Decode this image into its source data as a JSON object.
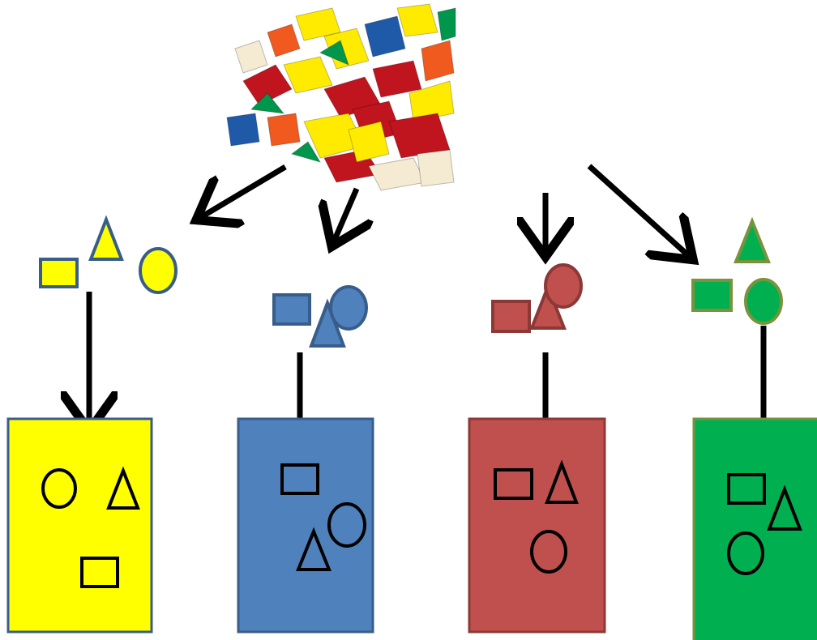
{
  "colors": {
    "yellow": "#ffff00",
    "yellow_border": "#385d8a",
    "blue": "#4f81bd",
    "blue_border": "#385d8a",
    "red": "#c0504d",
    "red_border": "#8c3836",
    "green": "#00b050",
    "green_border": "#77933c",
    "arrow": "#000000",
    "outline": "#000000"
  },
  "source": {
    "description_icon": "pattern-blocks-pile-icon",
    "piece_colors": [
      "#ffeb00",
      "#c0141e",
      "#1e5aa8",
      "#f05a1e",
      "#00964b",
      "#f5ebd2"
    ]
  },
  "groups": [
    {
      "id": "yellow",
      "fill_key": "yellow",
      "shapes": [
        "square",
        "triangle",
        "circle"
      ]
    },
    {
      "id": "blue",
      "fill_key": "blue",
      "shapes": [
        "square",
        "triangle",
        "circle"
      ]
    },
    {
      "id": "red",
      "fill_key": "red",
      "shapes": [
        "square",
        "triangle",
        "circle"
      ]
    },
    {
      "id": "green",
      "fill_key": "green",
      "shapes": [
        "square",
        "triangle",
        "circle"
      ]
    }
  ],
  "bins": [
    {
      "id": "yellow",
      "contents": [
        "circle",
        "triangle",
        "square"
      ]
    },
    {
      "id": "blue",
      "contents": [
        "square",
        "circle",
        "triangle"
      ]
    },
    {
      "id": "red",
      "contents": [
        "square",
        "triangle",
        "circle"
      ]
    },
    {
      "id": "green",
      "contents": [
        "square",
        "triangle",
        "circle"
      ]
    }
  ]
}
